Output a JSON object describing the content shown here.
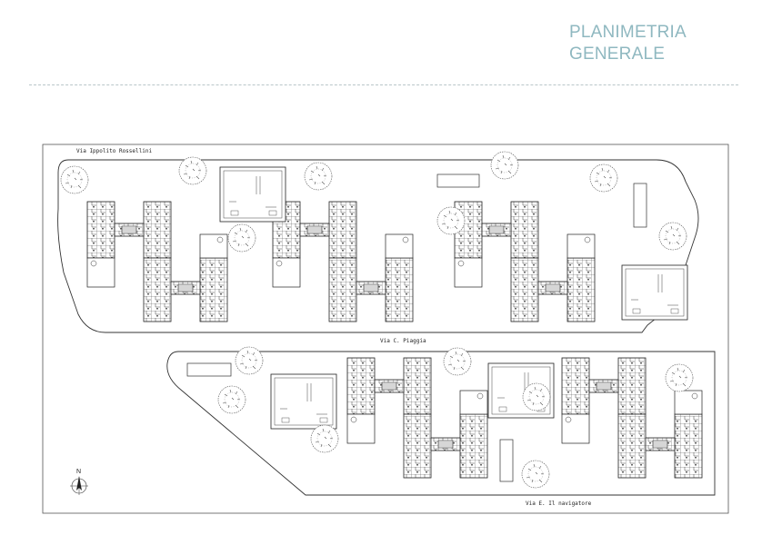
{
  "header": {
    "title_line1": "PLANIMETRIA",
    "title_line2": "GENERALE"
  },
  "plan": {
    "streets": {
      "north": "Via Ippolito Rossellini",
      "middle": "Via C. Piaggia",
      "south": "Via E. Il navigatore"
    },
    "north_arrow": "N"
  },
  "colors": {
    "title": "#8fb8c0",
    "line": "#333333",
    "divider": "#b9c6c9"
  }
}
